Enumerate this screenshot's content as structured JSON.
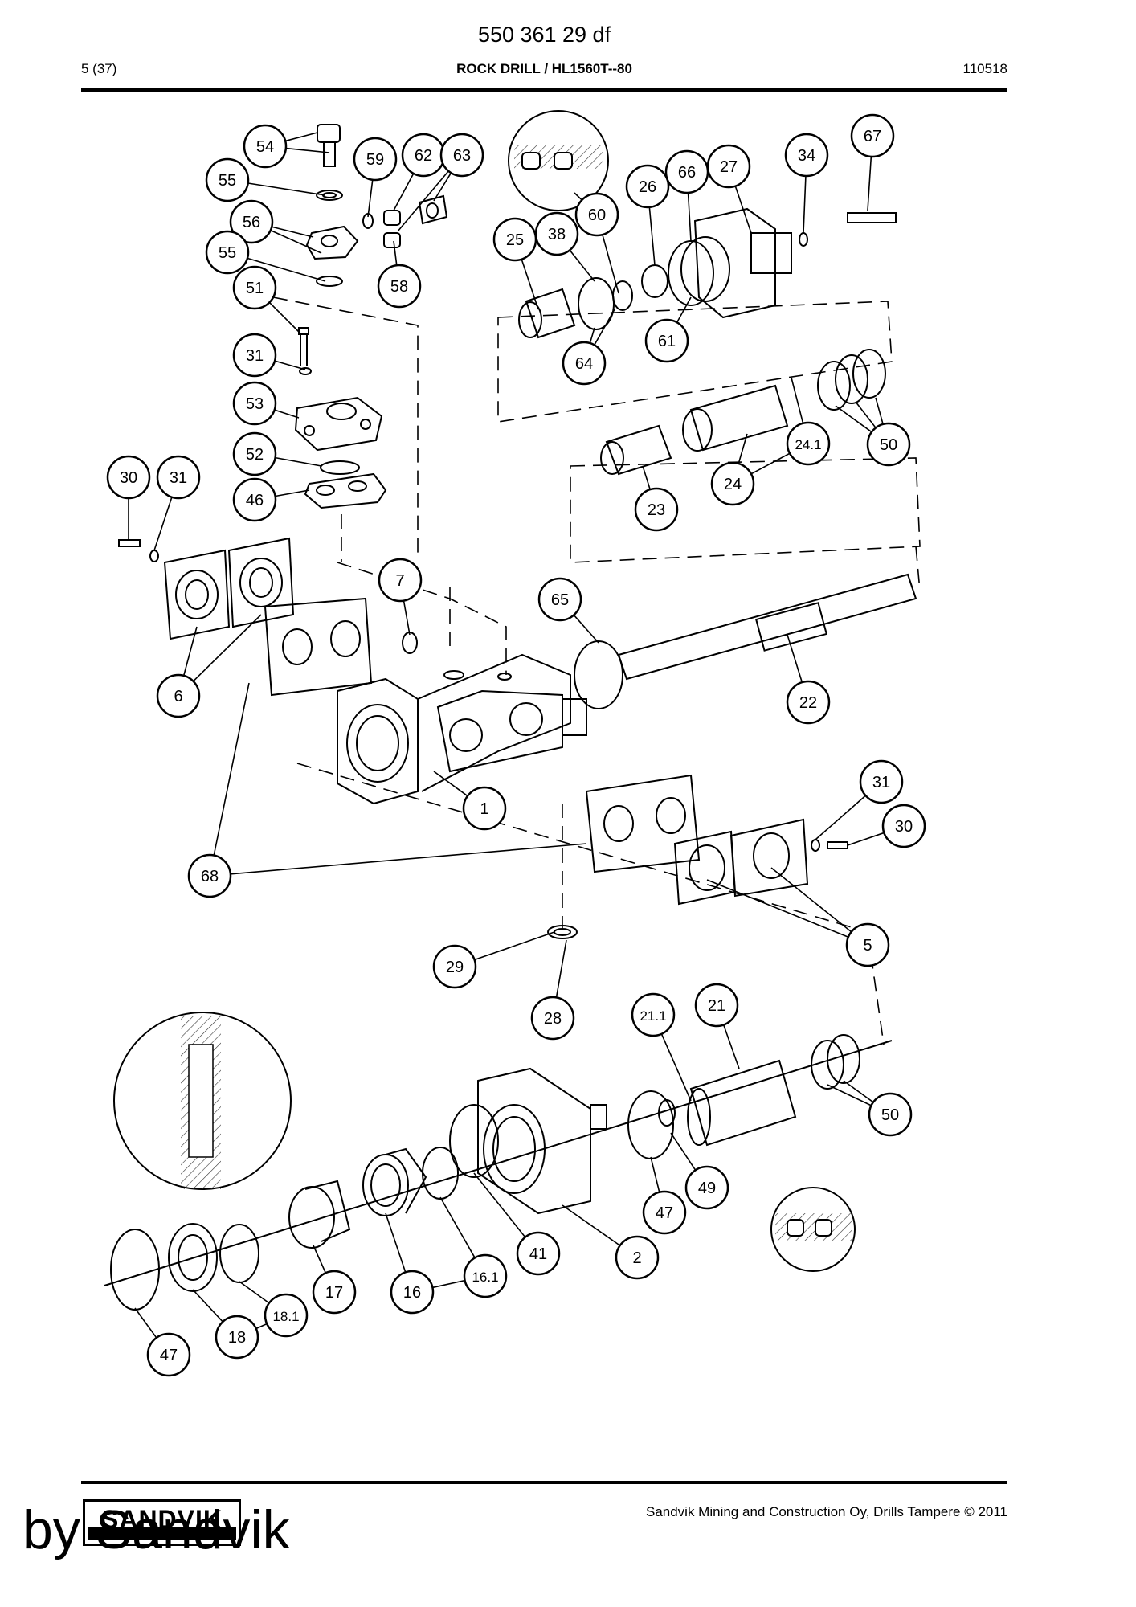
{
  "header": {
    "doc_id": "550 361 29 df",
    "page": "5 (37)",
    "title": "ROCK DRILL / HL1560T--80",
    "date_code": "110518"
  },
  "footer": {
    "copyright": "Sandvik Mining and Construction Oy, Drills Tampere © 2011",
    "logo_text": "SANDVIK",
    "byline": "by Sandvik"
  },
  "callouts": [
    {
      "id": "54",
      "label": "54"
    },
    {
      "id": "59",
      "label": "59"
    },
    {
      "id": "62",
      "label": "62"
    },
    {
      "id": "63",
      "label": "63"
    },
    {
      "id": "55a",
      "label": "55"
    },
    {
      "id": "56",
      "label": "56"
    },
    {
      "id": "55b",
      "label": "55"
    },
    {
      "id": "58",
      "label": "58"
    },
    {
      "id": "51",
      "label": "51"
    },
    {
      "id": "31a",
      "label": "31"
    },
    {
      "id": "53",
      "label": "53"
    },
    {
      "id": "52",
      "label": "52"
    },
    {
      "id": "46",
      "label": "46"
    },
    {
      "id": "30a",
      "label": "30"
    },
    {
      "id": "31b",
      "label": "31"
    },
    {
      "id": "60",
      "label": "60"
    },
    {
      "id": "25",
      "label": "25"
    },
    {
      "id": "38",
      "label": "38"
    },
    {
      "id": "26",
      "label": "26"
    },
    {
      "id": "66",
      "label": "66"
    },
    {
      "id": "27",
      "label": "27"
    },
    {
      "id": "34",
      "label": "34"
    },
    {
      "id": "67",
      "label": "67"
    },
    {
      "id": "64",
      "label": "64"
    },
    {
      "id": "61",
      "label": "61"
    },
    {
      "id": "24.1",
      "label": "24.1"
    },
    {
      "id": "50a",
      "label": "50"
    },
    {
      "id": "23",
      "label": "23"
    },
    {
      "id": "24",
      "label": "24"
    },
    {
      "id": "7",
      "label": "7"
    },
    {
      "id": "65",
      "label": "65"
    },
    {
      "id": "6",
      "label": "6"
    },
    {
      "id": "22",
      "label": "22"
    },
    {
      "id": "1",
      "label": "1"
    },
    {
      "id": "31c",
      "label": "31"
    },
    {
      "id": "30b",
      "label": "30"
    },
    {
      "id": "68",
      "label": "68"
    },
    {
      "id": "5",
      "label": "5"
    },
    {
      "id": "29",
      "label": "29"
    },
    {
      "id": "28",
      "label": "28"
    },
    {
      "id": "21.1",
      "label": "21.1"
    },
    {
      "id": "21",
      "label": "21"
    },
    {
      "id": "50b",
      "label": "50"
    },
    {
      "id": "49",
      "label": "49"
    },
    {
      "id": "47a",
      "label": "47"
    },
    {
      "id": "41",
      "label": "41"
    },
    {
      "id": "2",
      "label": "2"
    },
    {
      "id": "16.1",
      "label": "16.1"
    },
    {
      "id": "16",
      "label": "16"
    },
    {
      "id": "17",
      "label": "17"
    },
    {
      "id": "18.1",
      "label": "18.1"
    },
    {
      "id": "18",
      "label": "18"
    },
    {
      "id": "47b",
      "label": "47"
    }
  ]
}
